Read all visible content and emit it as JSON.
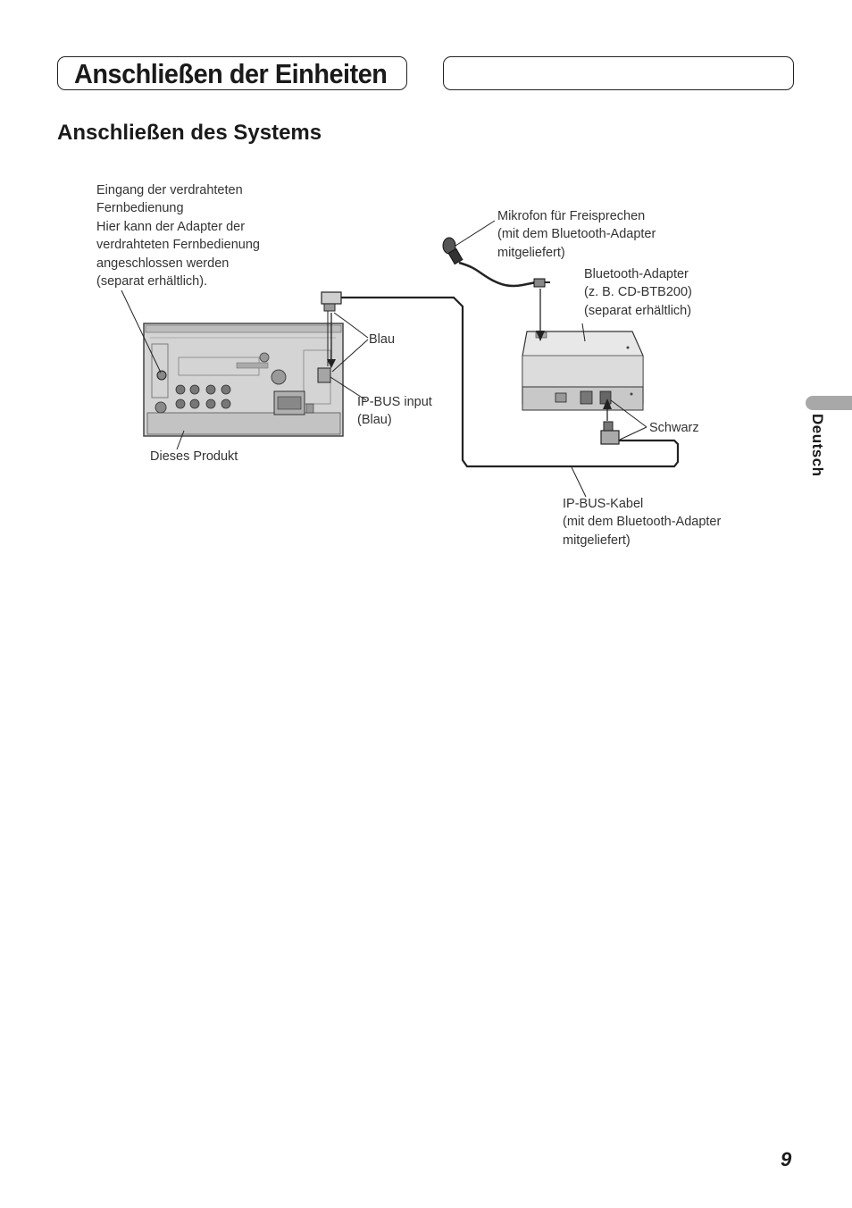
{
  "header": {
    "chapter_title": "Anschließen der Einheiten",
    "side_box_text": ""
  },
  "section": {
    "title": "Anschließen des Systems"
  },
  "diagram": {
    "labels": {
      "wired_remote": [
        "Eingang der verdrahteten",
        "Fernbedienung",
        "Hier kann der Adapter der",
        "verdrahteten Fernbedienung",
        "angeschlossen werden",
        "(separat erhältlich)."
      ],
      "microphone": [
        "Mikrofon für Freisprechen",
        "(mit dem Bluetooth-Adapter",
        "mitgeliefert)"
      ],
      "bt_adapter": [
        "Bluetooth-Adapter",
        "(z. B. CD-BTB200)",
        "(separat erhältlich)"
      ],
      "blue": "Blau",
      "ip_bus_input": [
        "IP-BUS input",
        "(Blau)"
      ],
      "black": "Schwarz",
      "product": "Dieses Produkt",
      "ip_bus_cable": [
        "IP-BUS-Kabel",
        "(mit dem Bluetooth-Adapter",
        "mitgeliefert)"
      ]
    },
    "icons": [
      "head-unit-rear-panel",
      "bluetooth-adapter-box",
      "microphone-icon",
      "ip-bus-connector-icon"
    ]
  },
  "sidebar": {
    "language": "Deutsch"
  },
  "footer": {
    "page_number": "9"
  }
}
